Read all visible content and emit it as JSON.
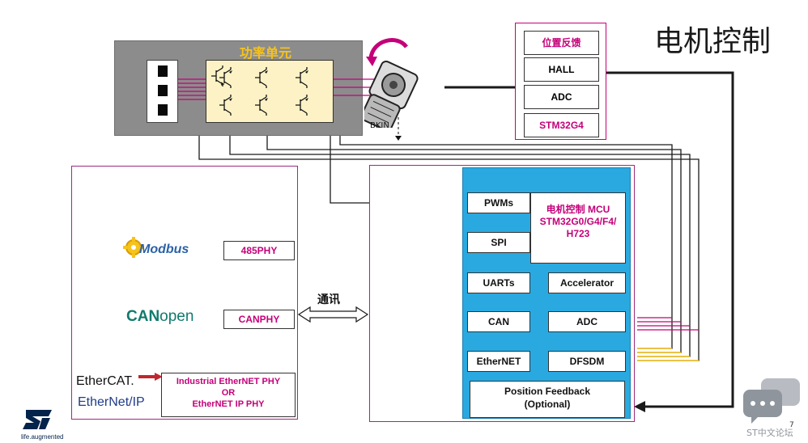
{
  "slide": {
    "title": "电机控制",
    "page_number": "7"
  },
  "power_unit": {
    "title": "功率单元",
    "bkin_label": "BKIN"
  },
  "feedback": {
    "title": "位置反馈",
    "items": [
      "HALL",
      "ADC",
      "STM32G4"
    ]
  },
  "comm": {
    "link_label": "通讯",
    "protocols": [
      {
        "logo_text": "Modbus",
        "phy": "485PHY"
      },
      {
        "logo_text_bold": "CAN",
        "logo_text_light": "open",
        "phy": "CANPHY"
      },
      {
        "logo_text": "EtherCAT.",
        "logo_text_2": "EtherNet/IP",
        "phy_lines": [
          "Industrial EtherNET PHY",
          "OR",
          "EtherNET IP PHY"
        ]
      }
    ]
  },
  "mcu": {
    "title_lines": [
      "电机控制 MCU",
      "STM32G0/G4/F4/",
      "H723"
    ],
    "left_blocks": [
      "PWMs",
      "SPI",
      "UARTs",
      "CAN",
      "EtherNET"
    ],
    "right_blocks": [
      "Accelerator",
      "ADC",
      "DFSDM"
    ],
    "position_feedback_lines": [
      "Position Feedback",
      "(Optional)"
    ],
    "more_symbol": "⋮"
  },
  "branding": {
    "tagline": "life.augmented",
    "watermark": "ST中文论坛"
  },
  "colors": {
    "magenta": "#c40079",
    "navy": "#0d2a4e",
    "cyan": "#29a9e0",
    "gold": "#f6c21c",
    "dark": "#1a1a1a"
  }
}
